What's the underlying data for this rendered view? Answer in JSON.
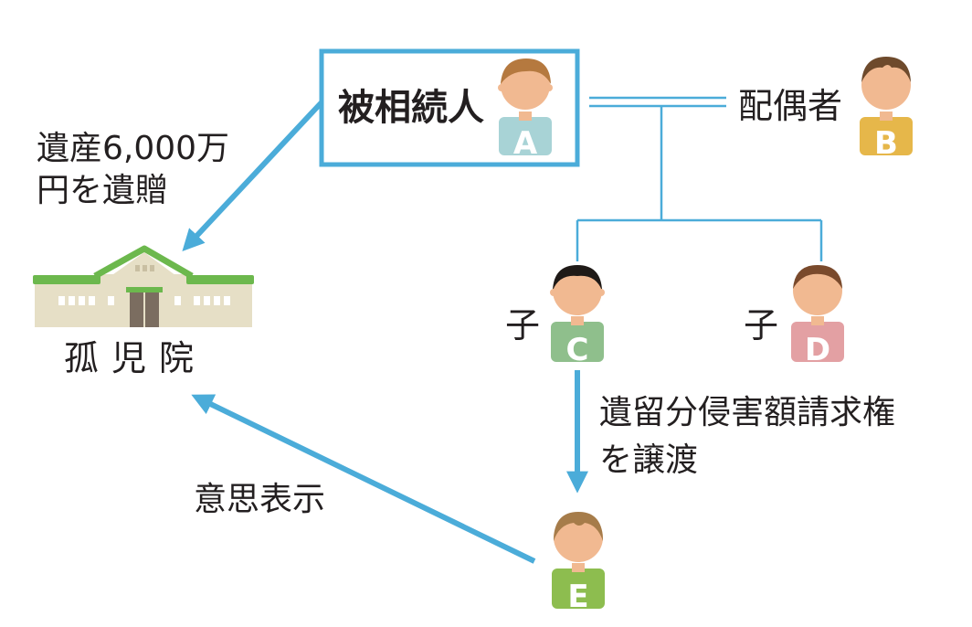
{
  "labels": {
    "decedent": "被相続人",
    "spouse": "配偶者",
    "child_c": "子",
    "child_d": "子",
    "bequest_line1": "遺産6,000万",
    "bequest_line2": "円を遺贈",
    "orphanage": "孤児院",
    "transfer_line1": "遺留分侵害額請求権",
    "transfer_line2": "を譲渡",
    "declaration": "意思表示"
  },
  "people": {
    "a": {
      "letter": "A",
      "shirt_color": "#a8d3d6",
      "hair_color": "#b5793f"
    },
    "b": {
      "letter": "B",
      "shirt_color": "#e6b74a",
      "hair_color": "#6e4a2c"
    },
    "c": {
      "letter": "C",
      "shirt_color": "#8fbf8c",
      "hair_color": "#1f1a17"
    },
    "d": {
      "letter": "D",
      "shirt_color": "#e3a0a3",
      "hair_color": "#7a4a2c"
    },
    "e": {
      "letter": "E",
      "shirt_color": "#8dbd4f",
      "hair_color": "#a67c4a"
    }
  },
  "colors": {
    "arrow": "#4bacd9",
    "box_border": "#4bacd9",
    "family_line": "#4bacd9",
    "skin": "#f1b991",
    "building_wall": "#e6dfc6",
    "building_roof": "#6cb84d",
    "building_door": "#7b6d60"
  }
}
